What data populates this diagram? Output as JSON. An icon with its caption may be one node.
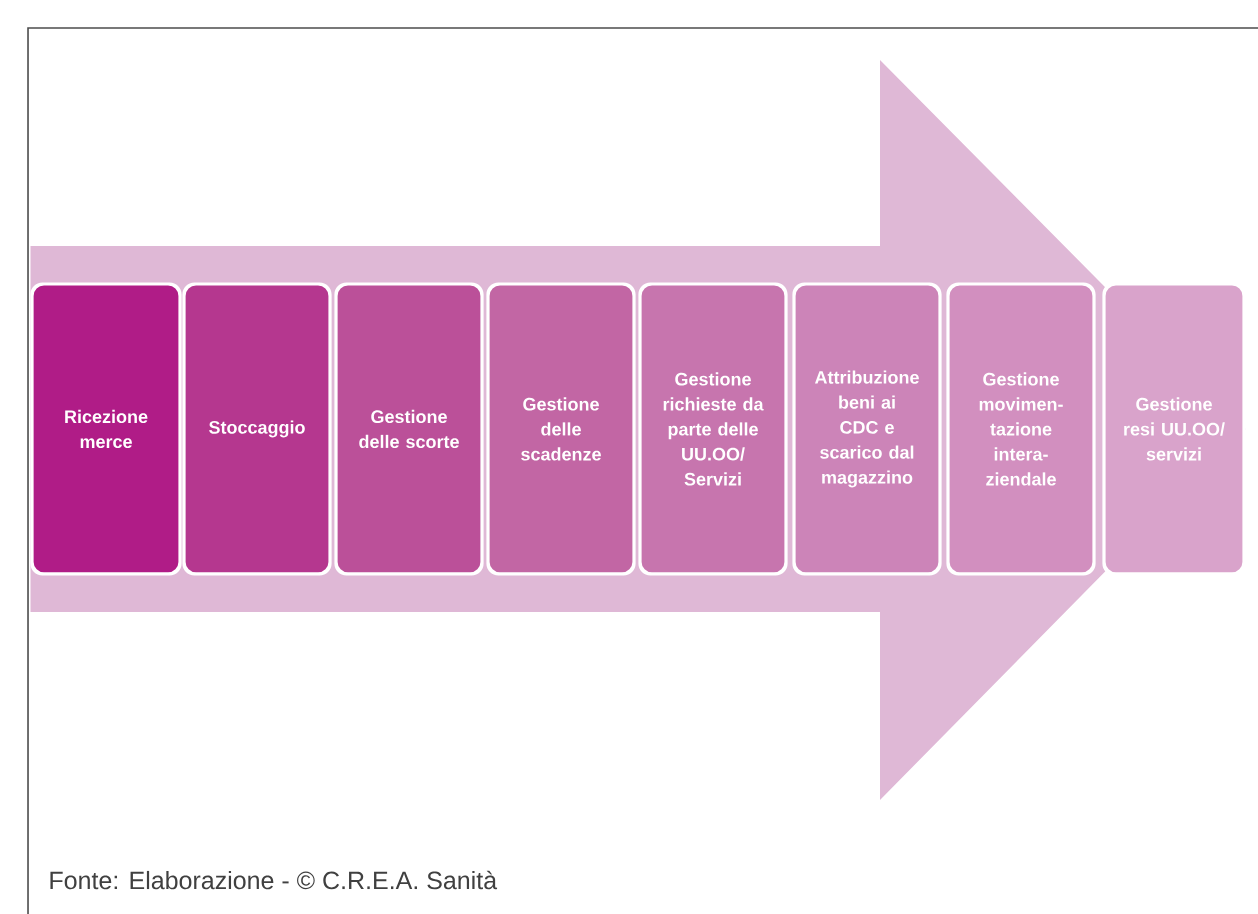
{
  "diagram": {
    "caption": "Fonte: Elaborazione - © C.R.E.A. Sanità",
    "nodes": [
      {
        "text": [
          "Ricezione merce"
        ]
      },
      {
        "text": [
          "Stoccaggio"
        ]
      },
      {
        "text": [
          "Gestione delle scorte"
        ]
      },
      {
        "text": [
          "Gestione delle scadenze"
        ]
      },
      {
        "text": [
          "Gestione richieste da parte delle UU.OO/ Servizi"
        ]
      },
      {
        "text": [
          "Attribuzione beni ai CDC e scarico dal magazzino"
        ]
      },
      {
        "text": [
          "Gestione movimen- tazione intera- ziendale"
        ]
      },
      {
        "text": [
          "Gestione resi UU.OO/ servizi"
        ]
      }
    ],
    "edges": [
      {
        "from": 0,
        "to": 7,
        "arrow": "to"
      }
    ]
  }
}
